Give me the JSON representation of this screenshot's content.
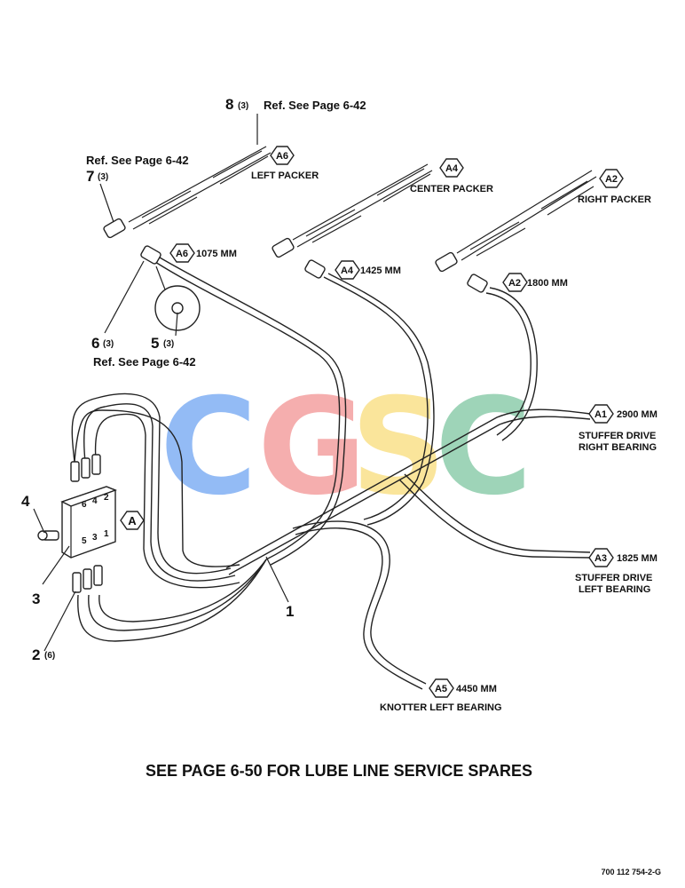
{
  "callouts": {
    "item8": {
      "num": "8",
      "qty": "(3)",
      "ref": "Ref. See Page 6-42"
    },
    "item7": {
      "num": "7",
      "qty": "(3)",
      "ref": "Ref. See Page 6-42"
    },
    "item6": {
      "num": "6",
      "qty": "(3)"
    },
    "item5": {
      "num": "5",
      "qty": "(3)",
      "ref": "Ref. See Page 6-42"
    },
    "item4": {
      "num": "4"
    },
    "item3": {
      "num": "3"
    },
    "item2": {
      "num": "2",
      "qty": "(6)"
    },
    "item1": {
      "num": "1"
    }
  },
  "destinations": [
    {
      "tag": "A6",
      "label": "LEFT PACKER"
    },
    {
      "tag": "A4",
      "label": "CENTER PACKER"
    },
    {
      "tag": "A2",
      "label": "RIGHT PACKER"
    }
  ],
  "lines": [
    {
      "tag": "A6",
      "length": "1075 MM"
    },
    {
      "tag": "A4",
      "length": "1425 MM"
    },
    {
      "tag": "A2",
      "length": "1800 MM"
    },
    {
      "tag": "A1",
      "length": "2900 MM",
      "label_line1": "STUFFER DRIVE",
      "label_line2": "RIGHT BEARING"
    },
    {
      "tag": "A3",
      "length": "1825 MM",
      "label_line1": "STUFFER DRIVE",
      "label_line2": "LEFT BEARING"
    },
    {
      "tag": "A5",
      "length": "4450 MM",
      "label_line1": "KNOTTER LEFT BEARING"
    }
  ],
  "block": {
    "tag": "A",
    "ports_top": [
      "6",
      "4",
      "2"
    ],
    "ports_bottom": [
      "5",
      "3",
      "1"
    ]
  },
  "watermark": {
    "letters": [
      "C",
      "G",
      "S",
      "C"
    ],
    "colors": [
      "#4d8ff0",
      "#f07a7a",
      "#f7d45a",
      "#5fb88a"
    ]
  },
  "footer": {
    "note": "SEE PAGE 6-50 FOR LUBE LINE SERVICE SPARES",
    "figure_id": "700 112 754-2-G"
  }
}
